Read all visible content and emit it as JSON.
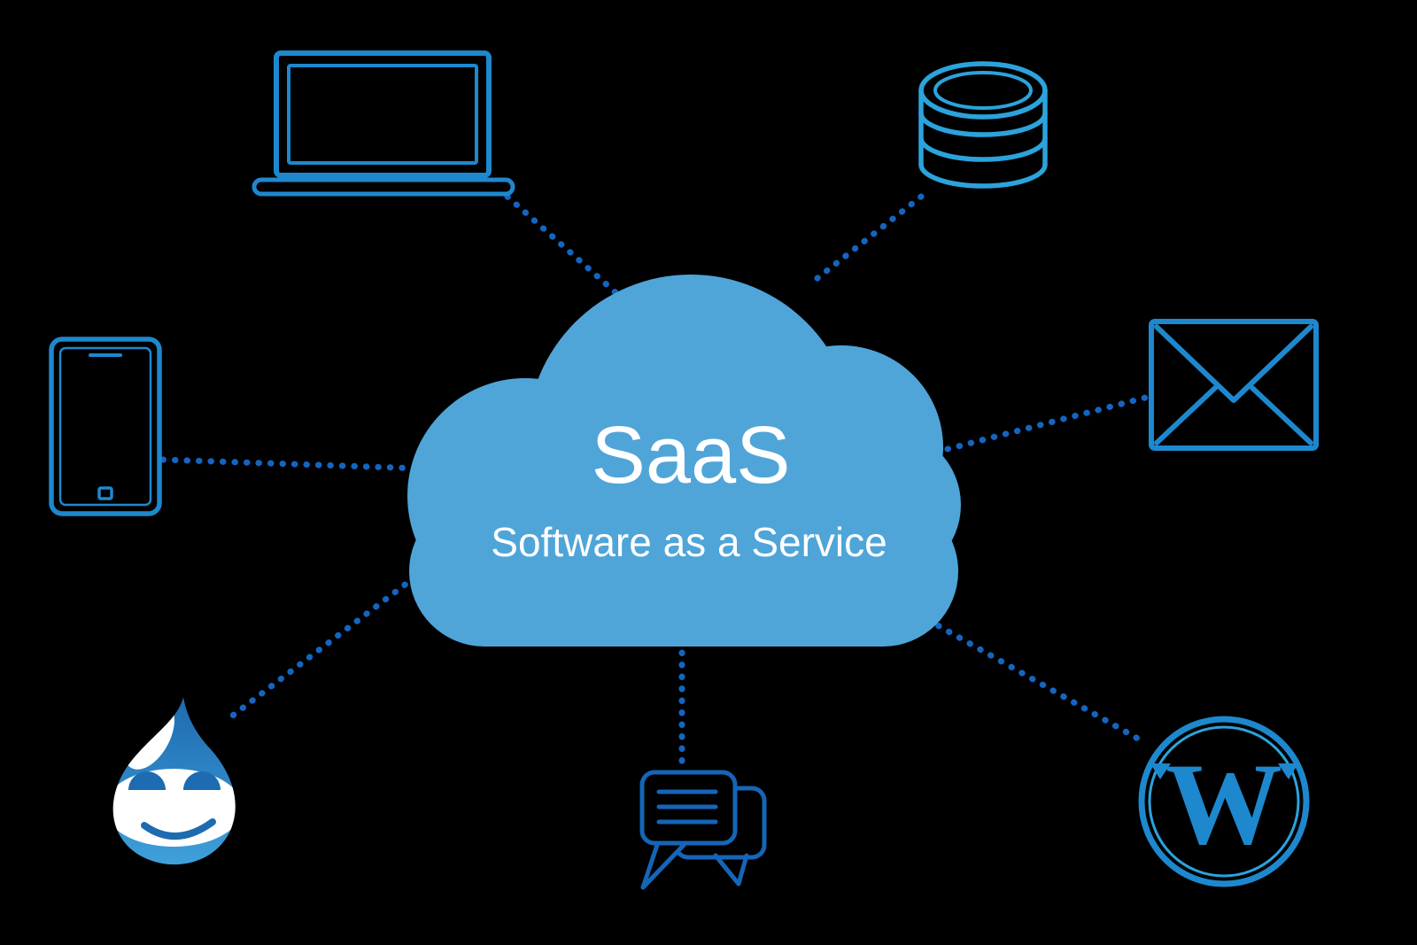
{
  "diagram": {
    "type": "hub-and-spoke",
    "title": "SaaS",
    "subtitle": "Software as a Service",
    "colors": {
      "background": "#000000",
      "cloud": "#4FA5D8",
      "text": "#FFFFFF",
      "connector": "#1565C0",
      "stroke_light": "#2BA3DC",
      "stroke_mid": "#1E88CE",
      "stroke_dark": "#1565B8",
      "drupal_top": "#1D6BB0",
      "drupal_bottom": "#3FA0DA"
    },
    "hub": {
      "icon": "cloud-icon",
      "label": "SaaS",
      "sublabel": "Software as a Service"
    },
    "nodes": [
      {
        "id": "laptop",
        "icon": "laptop-icon",
        "position": "top-left"
      },
      {
        "id": "database",
        "icon": "database-icon",
        "position": "top-right"
      },
      {
        "id": "mobile",
        "icon": "smartphone-icon",
        "position": "left"
      },
      {
        "id": "email",
        "icon": "envelope-icon",
        "position": "right"
      },
      {
        "id": "drupal",
        "icon": "drupal-logo-icon",
        "position": "bottom-left"
      },
      {
        "id": "chat",
        "icon": "chat-bubbles-icon",
        "position": "bottom-center"
      },
      {
        "id": "wordpress",
        "icon": "wordpress-logo-icon",
        "position": "bottom-right"
      }
    ]
  }
}
